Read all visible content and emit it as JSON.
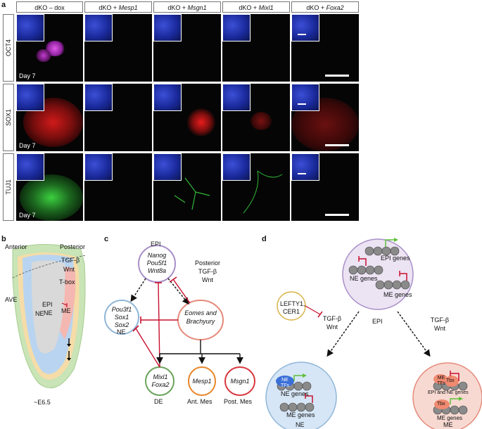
{
  "panels": {
    "a": "a",
    "b": "b",
    "c": "c",
    "d": "d"
  },
  "panel_a": {
    "columns": [
      "dKO – dox",
      "dKO + Mesp1",
      "dKO + Msgn1",
      "dKO + Mixl1",
      "dKO + Foxa2"
    ],
    "column_prefix": "dKO + ",
    "column_genes": [
      "Mesp1",
      "Msgn1",
      "Mixl1",
      "Foxa2"
    ],
    "rows": [
      "OCT4",
      "SOX1",
      "TUJ1"
    ],
    "day_label": "Day 7"
  },
  "panel_b": {
    "anterior": "Anterior",
    "posterior": "Posterior",
    "ave": "AVE",
    "ne": "NE",
    "epi": "EPI",
    "ne2": "NE",
    "me": "ME",
    "tgf": "TGF-β",
    "wnt": "Wnt",
    "tbox": "T-box",
    "stage": "~E6.5"
  },
  "panel_c": {
    "epi_label": "EPI",
    "epi_genes": [
      "Nanog",
      "Pou5f1",
      "Wnt8a"
    ],
    "posterior": "Posterior",
    "tgf": "TGF-β",
    "wnt": "Wnt",
    "ne_genes": [
      "Pou3f1",
      "Sox1",
      "Sox2"
    ],
    "ne_label": "NE",
    "eomes_line1": "Eomes and",
    "eomes_line2": "Brachyury",
    "de_genes": [
      "Mixl1",
      "Foxa2"
    ],
    "de_label": "DE",
    "mesp": "Mesp1",
    "mesp_label": "Ant. Mes",
    "msgn": "Msgn1",
    "msgn_label": "Post. Mes"
  },
  "panel_d": {
    "lefty1": "LEFTY1,",
    "cer1": "CER1",
    "tgf_left": "TGF-β",
    "wnt_left": "Wnt",
    "tgf_right": "TGF-β",
    "wnt_right": "Wnt",
    "epi_genes": "EPI genes",
    "ne_genes": "NE genes",
    "me_genes": "ME genes",
    "epi": "EPI",
    "ne_tfs_1": "NE",
    "ne_tfs_2": "TFs",
    "ne_box_ne_genes": "NE genes",
    "ne_box_me_genes": "ME genes",
    "ne": "NE",
    "me_tfs_1": "ME",
    "me_tfs_2": "TFs",
    "tbx1": "Tbx",
    "epi_ne_genes": "EPI and NE genes",
    "tbx2": "Tbx",
    "me_box_me_genes": "ME genes",
    "me": "ME"
  },
  "colors": {
    "oct4": "#d23be0",
    "sox1": "#e0151b",
    "tuj1": "#35c43a",
    "dapi": "#2a3dd6",
    "repress": "#c8102e",
    "activate": "#5fbf3a",
    "epi_circle": "#a890c8",
    "ne_circle": "#8fb6d8",
    "me_circle": "#e58a7a"
  }
}
